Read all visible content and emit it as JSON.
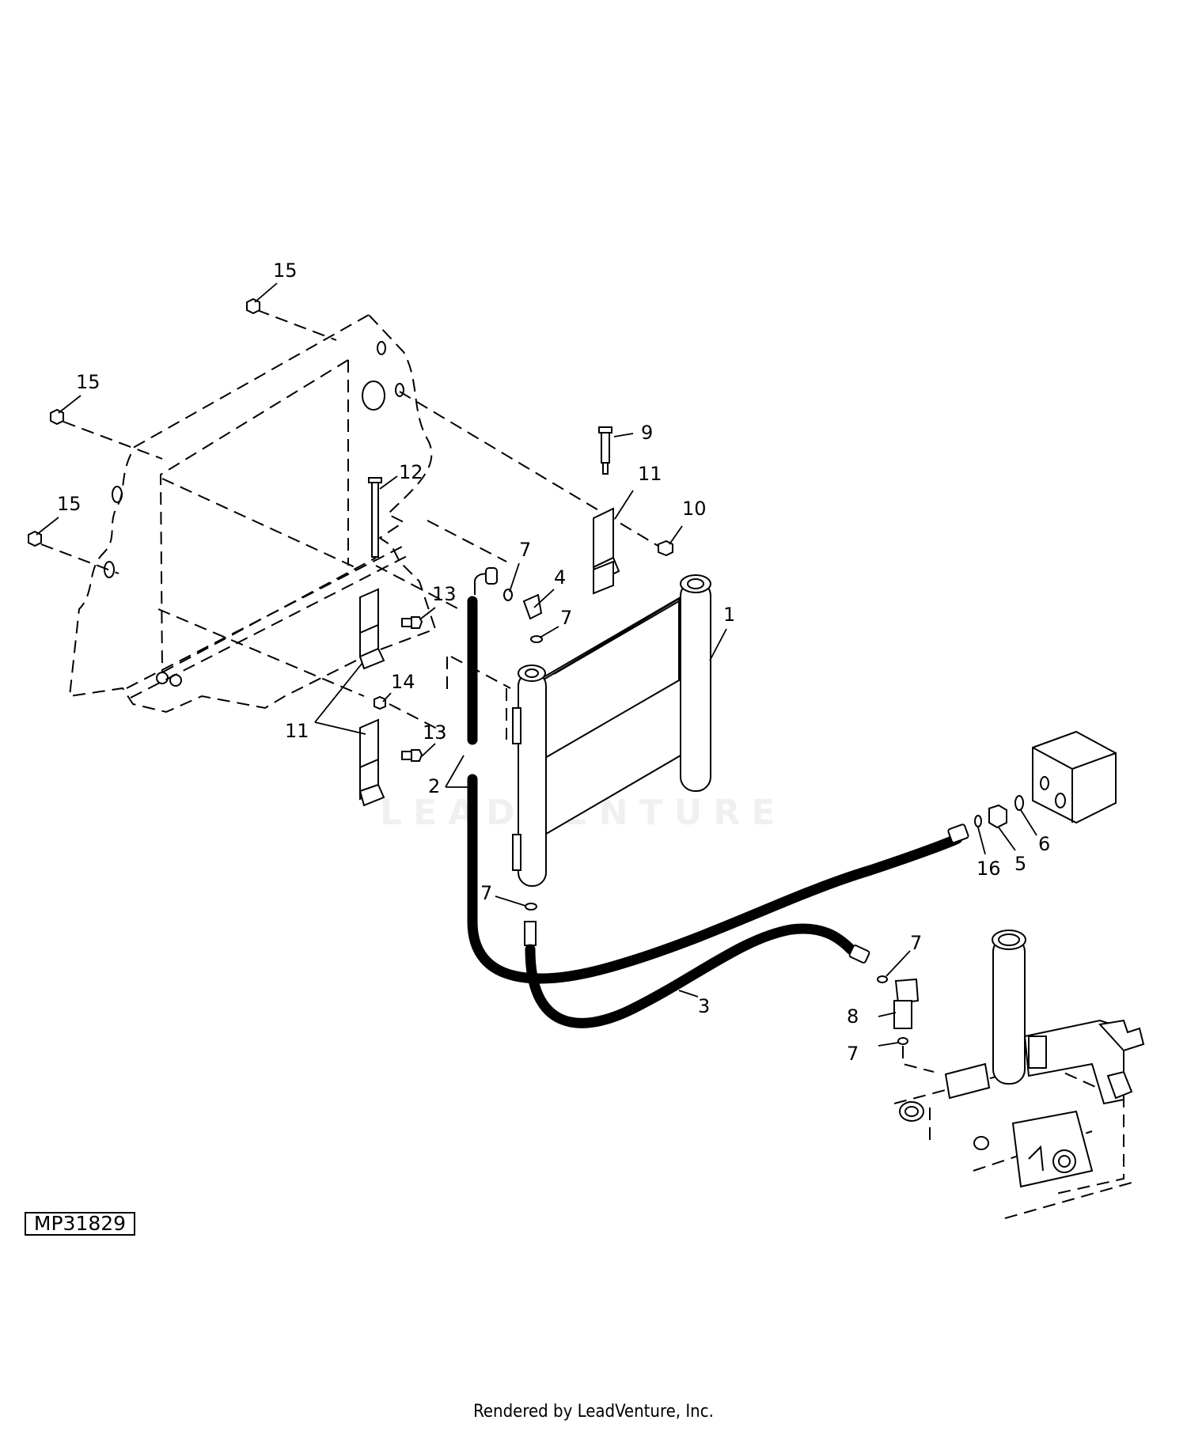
{
  "diagram": {
    "drawing_id": "MP31829",
    "footer": "Rendered by LeadVenture, Inc.",
    "watermark": "LEADVENTURE",
    "callouts": [
      "15",
      "15",
      "15",
      "12",
      "13",
      "14",
      "11",
      "13",
      "9",
      "11",
      "10",
      "7",
      "4",
      "7",
      "1",
      "2",
      "7",
      "3",
      "16",
      "5",
      "6",
      "7",
      "8",
      "7"
    ]
  }
}
